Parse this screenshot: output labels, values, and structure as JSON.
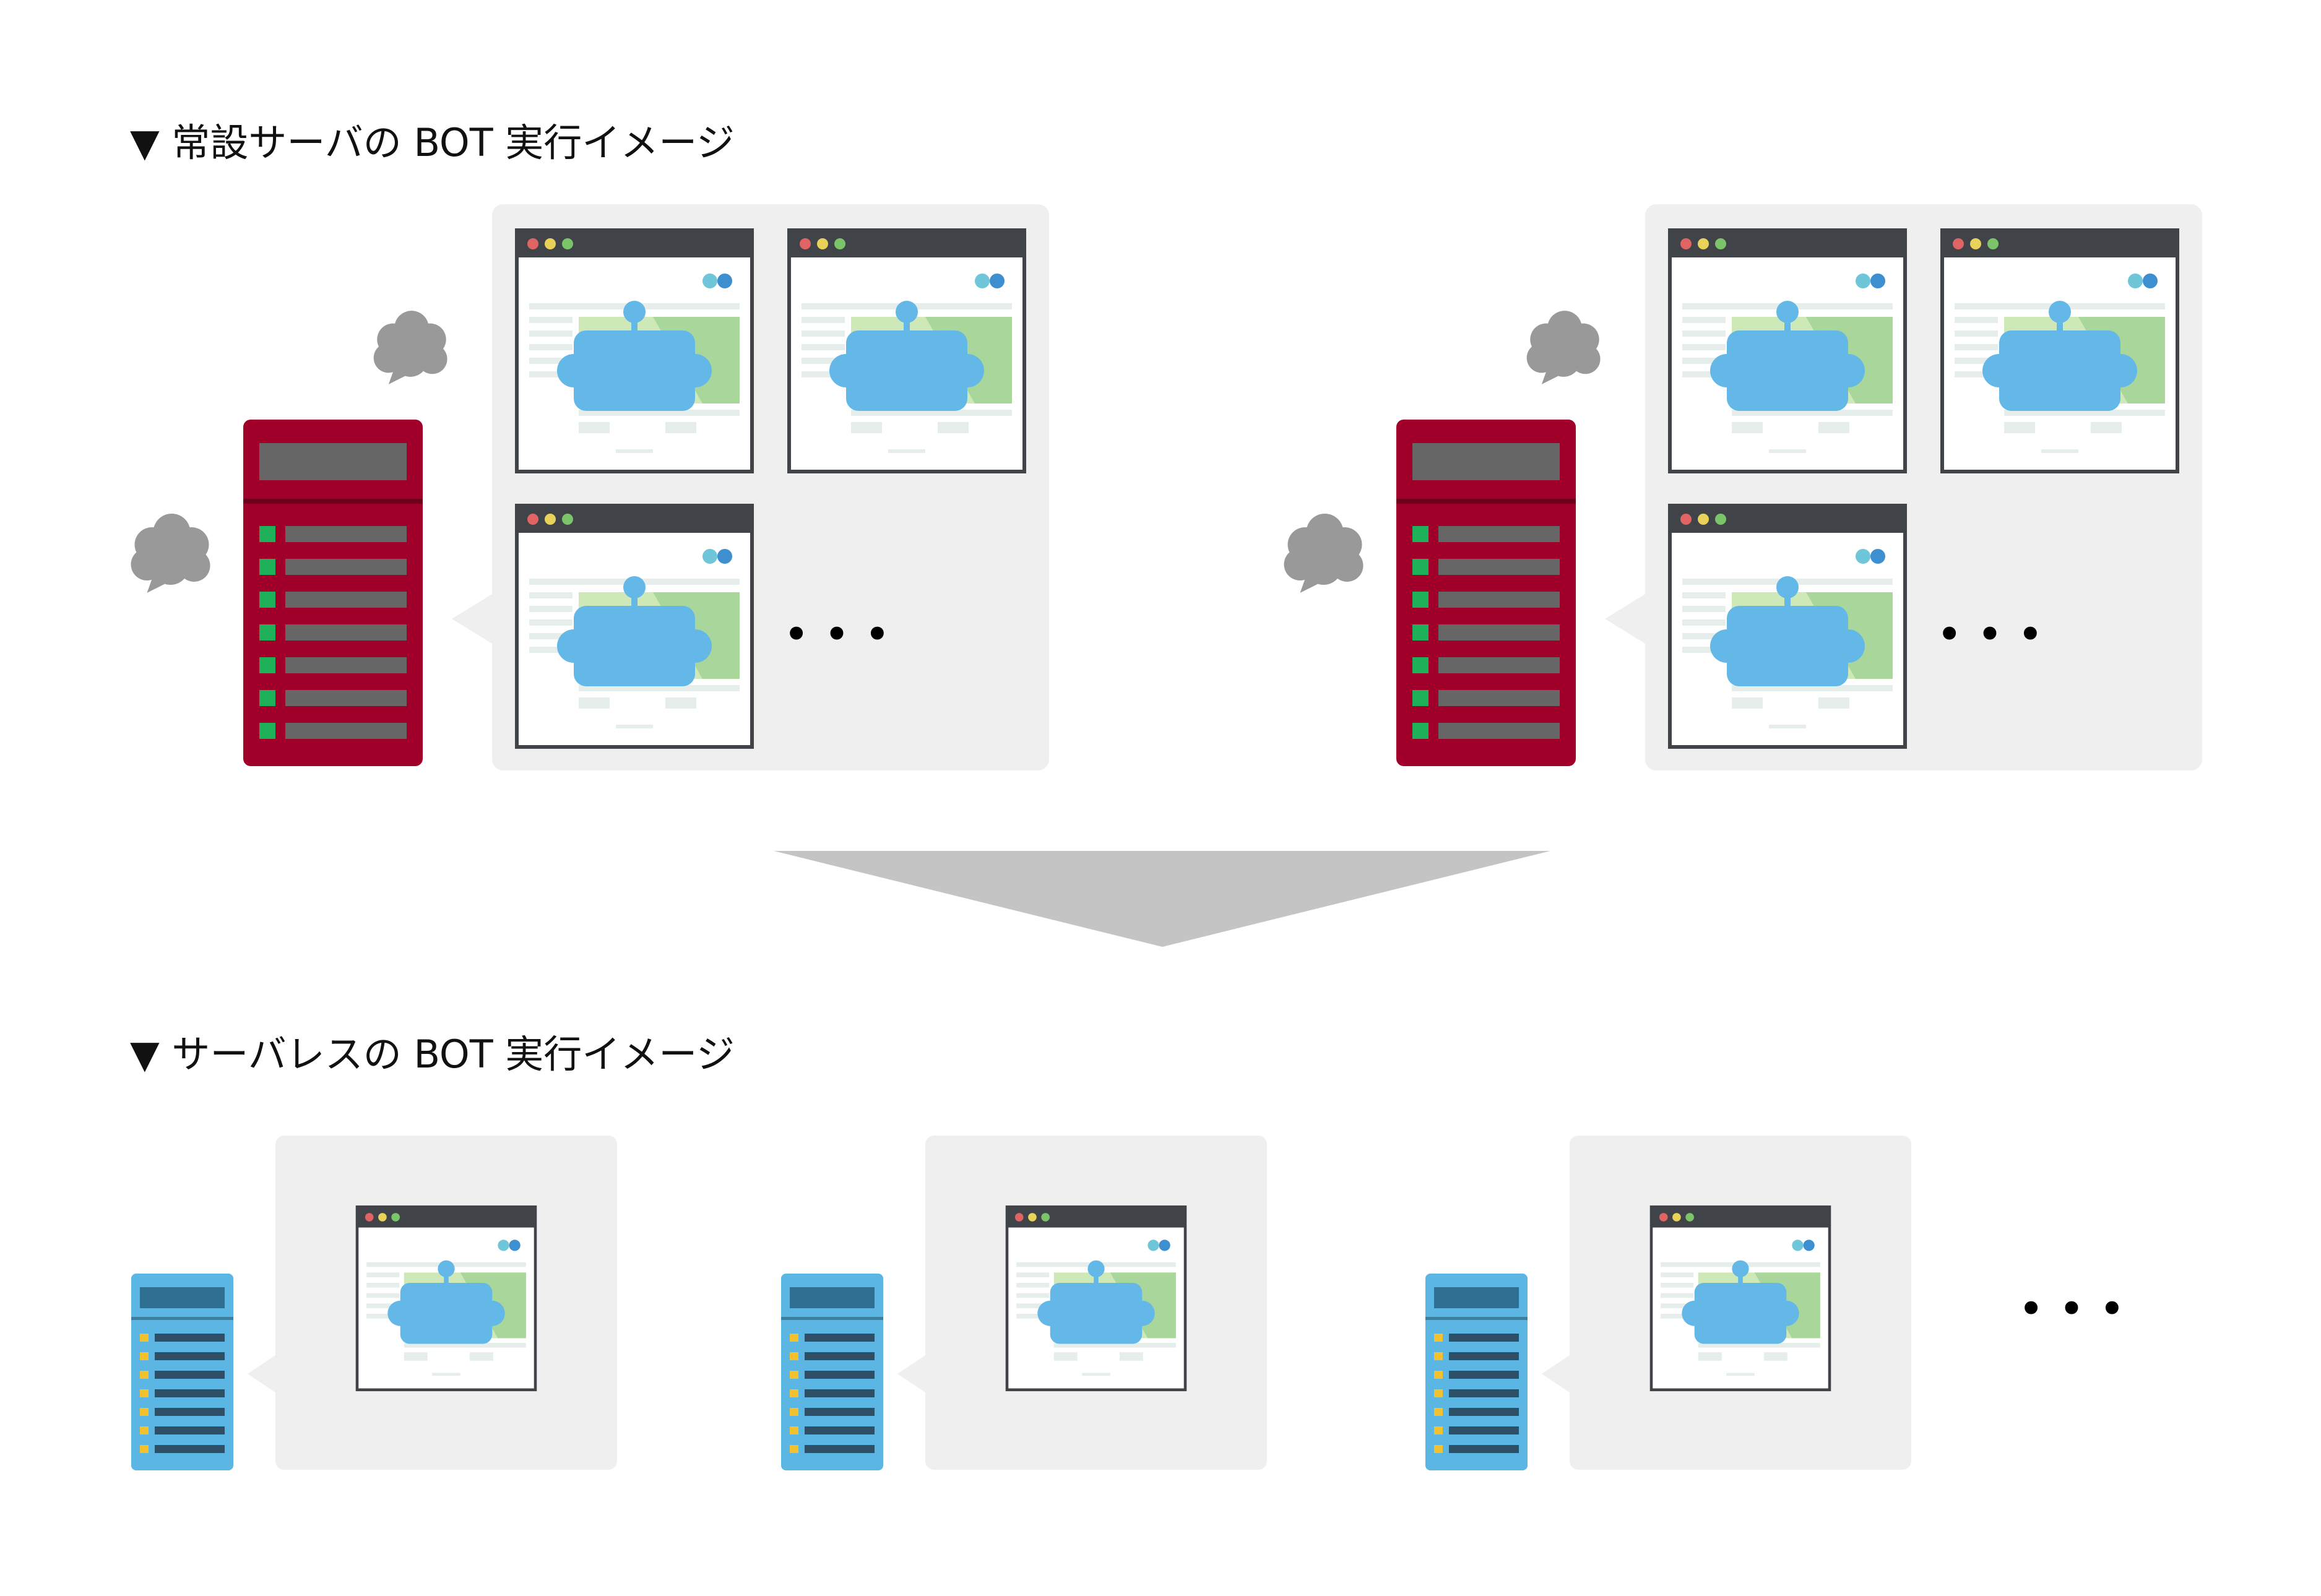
{
  "sections": [
    {
      "title": "▼ 常設サーバの BOT 実行イメージ",
      "server_type": "always-on",
      "server_color": "#a0002a",
      "server_led_color": "#1fb05a",
      "groups": 2,
      "browsers_per_group": 3,
      "ellipsis": "• • •"
    },
    {
      "title": "▼ サーバレスの BOT 実行イメージ",
      "server_type": "serverless",
      "server_color": "#5bb6e4",
      "server_led_color": "#f2c12e",
      "groups": 3,
      "browsers_per_group": 1,
      "ellipsis": "• • •"
    }
  ],
  "colors": {
    "panel": "#efefef",
    "arrow": "#c4c4c4",
    "smoke": "#999999",
    "browser_titlebar": "#404347",
    "bot": "#64b8e8",
    "chart_green": "#b8dba0"
  }
}
